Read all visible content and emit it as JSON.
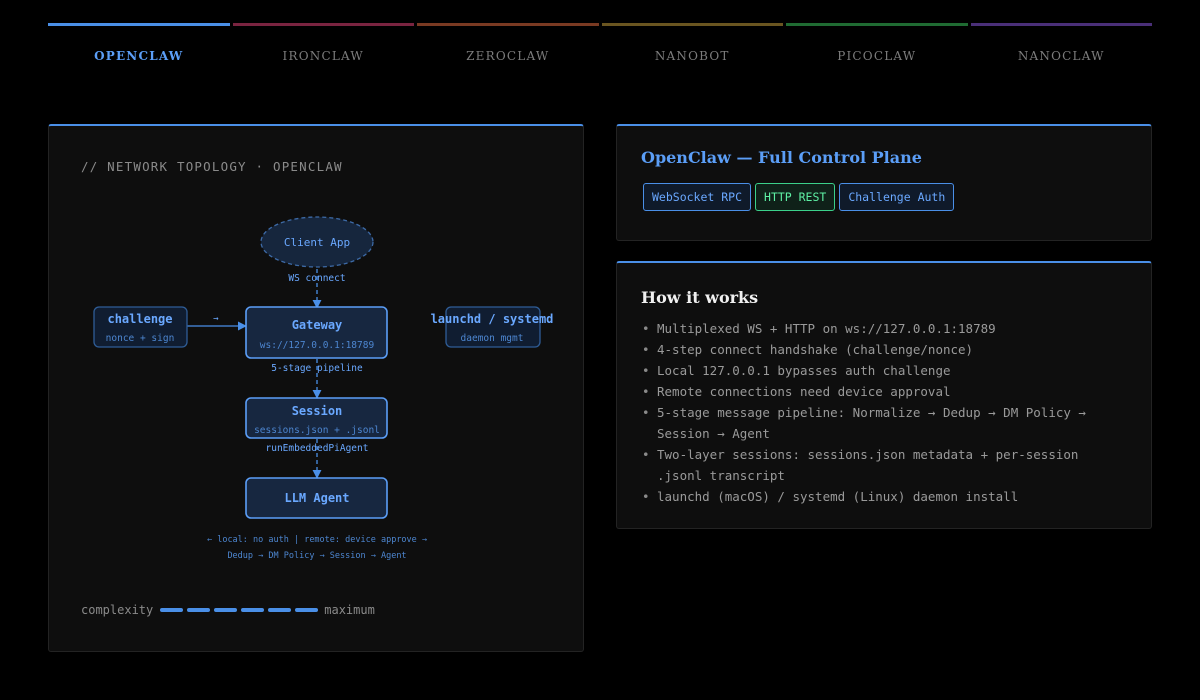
{
  "tabs": [
    {
      "label": "OPENCLAW",
      "color": "#4a8fe7",
      "active": true
    },
    {
      "label": "IRONCLAW",
      "color": "#7a2440",
      "active": false
    },
    {
      "label": "ZEROCLAW",
      "color": "#7a3a22",
      "active": false
    },
    {
      "label": "NANOBOT",
      "color": "#6a5520",
      "active": false
    },
    {
      "label": "PICOCLAW",
      "color": "#1f6b32",
      "active": false
    },
    {
      "label": "NANOCLAW",
      "color": "#4a2f78",
      "active": false
    }
  ],
  "topology": {
    "title": "// NETWORK TOPOLOGY · OPENCLAW",
    "nodes": {
      "client": {
        "label": "Client App"
      },
      "challenge": {
        "label": "challenge",
        "sub": "nonce + sign"
      },
      "gateway": {
        "label": "Gateway",
        "sub": "ws://127.0.0.1:18789"
      },
      "launchd": {
        "label": "launchd / systemd",
        "sub": "daemon mgmt"
      },
      "session": {
        "label": "Session",
        "sub": "sessions.json + .jsonl"
      },
      "agent": {
        "label": "LLM Agent"
      }
    },
    "edges": {
      "ws_connect": "WS connect",
      "challenge_arrow": "→",
      "pipeline": "5-stage pipeline",
      "run_agent": "runEmbeddedPiAgent"
    },
    "notes": [
      "← local: no auth | remote: device approve →",
      "Dedup → DM Policy → Session → Agent"
    ],
    "complexity": {
      "label": "complexity",
      "level_label": "maximum",
      "segments": 6,
      "filled": 6
    }
  },
  "summary": {
    "title": "OpenClaw — Full Control Plane",
    "badges": [
      {
        "label": "WebSocket RPC",
        "color": "#4a8fe7"
      },
      {
        "label": "HTTP REST",
        "color": "#3bd08a"
      },
      {
        "label": "Challenge Auth",
        "color": "#4a8fe7"
      }
    ]
  },
  "how": {
    "title": "How it works",
    "items": [
      "Multiplexed WS + HTTP on ws://127.0.0.1:18789",
      "4-step connect handshake (challenge/nonce)",
      "Local 127.0.0.1 bypasses auth challenge",
      "Remote connections need device approval",
      "5-stage message pipeline: Normalize → Dedup → DM Policy → Session → Agent",
      "Two-layer sessions: sessions.json metadata + per-session .jsonl transcript",
      "launchd (macOS) / systemd (Linux) daemon install"
    ]
  }
}
